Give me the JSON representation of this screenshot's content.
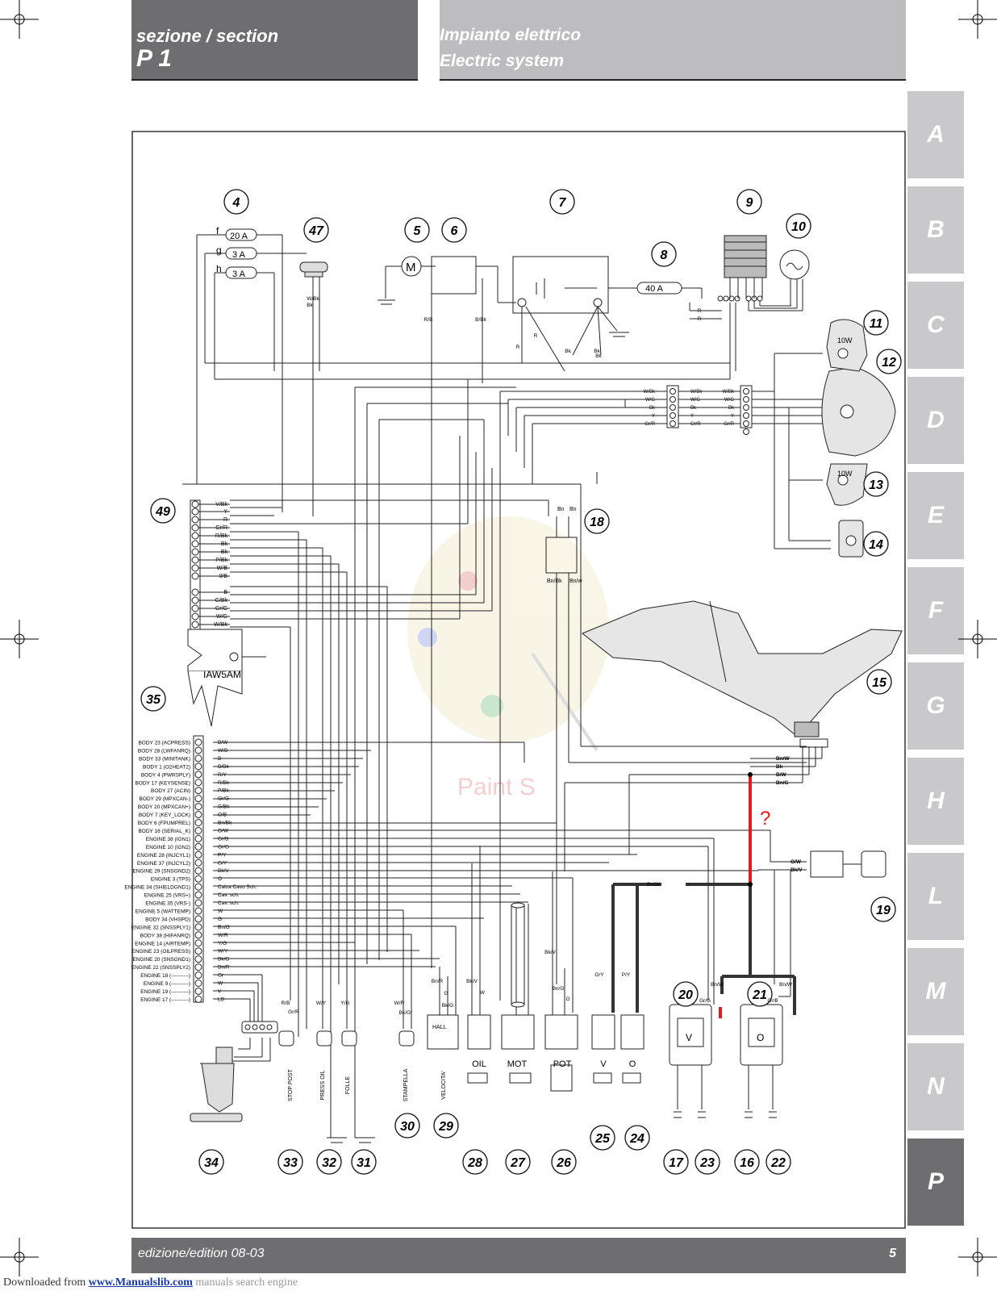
{
  "header": {
    "section_label": "sezione / section",
    "section_code": "P 1",
    "title_it": "Impianto elettrico",
    "title_en": "Electric system"
  },
  "side_tabs": [
    "A",
    "B",
    "C",
    "D",
    "E",
    "F",
    "G",
    "H",
    "L",
    "M",
    "N",
    "P"
  ],
  "active_tab": "P",
  "diagram": {
    "component_numbers": [
      "4",
      "47",
      "5",
      "6",
      "7",
      "8",
      "9",
      "10",
      "11",
      "12",
      "13",
      "14",
      "15",
      "18",
      "19",
      "20",
      "21",
      "35",
      "49",
      "34",
      "33",
      "32",
      "31",
      "30",
      "29",
      "28",
      "27",
      "26",
      "25",
      "24",
      "17",
      "23",
      "16",
      "22"
    ],
    "fuses": [
      "20 A",
      "3 A",
      "3 A",
      "40 A"
    ],
    "fuse_letters": [
      "f",
      "g",
      "h"
    ],
    "ecu_label": "IAW5AM",
    "bulb_labels": [
      "10W",
      "10W"
    ],
    "sensor_labels": [
      "OIL",
      "MOT",
      "POT",
      "V",
      "O"
    ],
    "coil_labels": [
      "V",
      "O"
    ],
    "vertical_labels": [
      "STOP POST",
      "PRESS OIL",
      "FOLLE",
      "STAMPELLA",
      "VELOCITA'"
    ],
    "hall_label": "HALL",
    "motor_label": "M",
    "question_mark": "?",
    "watermark": "Paint S",
    "connector_49_wires": [
      "V/Bk",
      "Y",
      "R",
      "Gr/R",
      "R/Bk",
      "Bk",
      "Bk",
      "P/Bk",
      "W/B",
      "0/B",
      "B",
      "G/Bk",
      "Gr/G",
      "W/G",
      "W/Bk",
      "R/B"
    ],
    "ecu_pins": [
      {
        "pin": "BODY 23 (ACPRESS)",
        "wire": "B/W"
      },
      {
        "pin": "BODY 28 (LWFANRQ)",
        "wire": "W/B"
      },
      {
        "pin": "BODY 33 (MINITANK)",
        "wire": "B"
      },
      {
        "pin": "BODY 1 (O2HEAT2)",
        "wire": "B/Bk"
      },
      {
        "pin": "BODY 4 (PWRSPLY)",
        "wire": "R/Y"
      },
      {
        "pin": "BODY 17 (KEYSENSE)",
        "wire": "R/Bk"
      },
      {
        "pin": "BODY 27 (ACIN)",
        "wire": "P/Bk"
      },
      {
        "pin": "BODY 29 (MPXCAN-)",
        "wire": "Gr/G"
      },
      {
        "pin": "BODY 20 (MPXCAN+)",
        "wire": "G/Bk"
      },
      {
        "pin": "BODY 7 (KEY_LOCK)",
        "wire": "O/B"
      },
      {
        "pin": "BODY 6 (FPUMPREL)",
        "wire": "Bn/Bk"
      },
      {
        "pin": "BODY 16 (SERIAL_K)",
        "wire": "O/W"
      },
      {
        "pin": "ENGINE 38 (IGN1)",
        "wire": "Gr/B"
      },
      {
        "pin": "ENGINE 10 (IGN2)",
        "wire": "Gr/G"
      },
      {
        "pin": "ENGINE 28 (INJCYL1)",
        "wire": "P/Y"
      },
      {
        "pin": "ENGINE 37 (INJCYL2)",
        "wire": "G/Y"
      },
      {
        "pin": "ENGINE 29 (SNSGND2)",
        "wire": "Bk/V"
      },
      {
        "pin": "ENGINE 3 (TPS)",
        "wire": "O"
      },
      {
        "pin": "ENGINE 34 (SHIELDGND1)",
        "wire": "Calza Cavo Sch."
      },
      {
        "pin": "ENGINE 25 (VRS+)",
        "wire": "Cav. sch."
      },
      {
        "pin": "ENGINE 35 (VRS-)",
        "wire": "Cav. sch."
      },
      {
        "pin": "ENGINE 5 (WATTEMP)",
        "wire": "W"
      },
      {
        "pin": "BODY 34 (VHSPD)",
        "wire": "G"
      },
      {
        "pin": "ENGINE 32 (SNSSPLY1)",
        "wire": "Bn/G"
      },
      {
        "pin": "BODY 38 (HIFANRQ)",
        "wire": "W/R"
      },
      {
        "pin": "ENGINE 14 (AIRTEMP)",
        "wire": "Y/G"
      },
      {
        "pin": "ENGINE 23 (OILPRESS)",
        "wire": "W/Y"
      },
      {
        "pin": "ENGINE 20 (SNSGND1)",
        "wire": "Bk/G"
      },
      {
        "pin": "ENGINE 22 (SNSSPLY2)",
        "wire": "Bn/R"
      },
      {
        "pin": "ENGINE 18 (----------)",
        "wire": "Gr"
      },
      {
        "pin": "ENGINE 9 (----------)",
        "wire": "W"
      },
      {
        "pin": "ENGINE 19 (----------)",
        "wire": "V"
      },
      {
        "pin": "ENGINE 17 (----------)",
        "wire": "LB"
      }
    ],
    "wire_labels_12": [
      "W/Bk",
      "W/G",
      "Bk",
      "Y",
      "Gr/R"
    ],
    "connector_15_wires": [
      "Bn/W",
      "Bk",
      "B/W",
      "Bn/G"
    ],
    "connector_19_wires": [
      "O/W",
      "Bk/V"
    ],
    "relay18_labels": [
      "Bn",
      "Bn",
      "Bn/Bk",
      "Bn/w"
    ],
    "misc_wire_labels": [
      "W/Bk",
      "Bk",
      "R/B",
      "B/Bk",
      "R",
      "R",
      "Bk",
      "Bk",
      "Bk",
      "R",
      "R",
      "Bn/W",
      "G/Y",
      "P/Y",
      "Bn/W",
      "Gr/G",
      "Bn/W",
      "Gr/B",
      "R/B",
      "Gr/R",
      "W/Y",
      "Y/G",
      "W/R",
      "Bk/Gr",
      "Bn/R",
      "G",
      "Bk/G",
      "Bk/V",
      "W",
      "Bk/V",
      "Bn/G",
      "O"
    ]
  },
  "footer": {
    "edition": "edizione/edition 08-03",
    "page_number": "5"
  },
  "download_note": {
    "prefix": "Downloaded from",
    "link_text": "www.Manualslib.com",
    "suffix": "manuals search engine"
  }
}
